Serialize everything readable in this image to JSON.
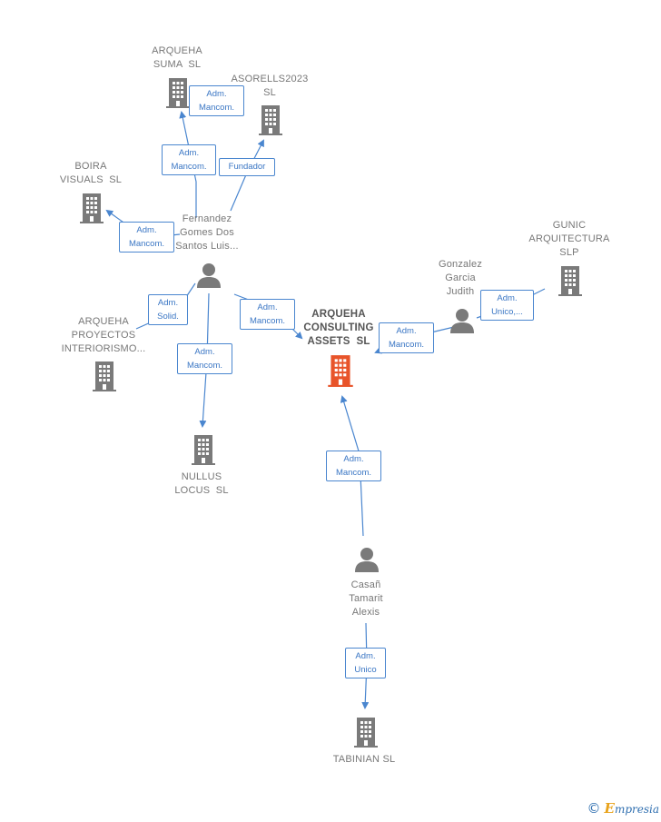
{
  "colors": {
    "edge": "#4a86cf",
    "company_icon": "#7a7a7a",
    "focus_icon": "#e8542a",
    "person_icon": "#7a7a7a"
  },
  "nodes": {
    "arqueha_suma": {
      "label": "ARQUEHA\nSUMA  SL",
      "icon": "building-icon"
    },
    "asorells2023": {
      "label": "ASORELLS2023\nSL",
      "icon": "building-icon"
    },
    "boira_visuals": {
      "label": "BOIRA\nVISUALS  SL",
      "icon": "building-icon"
    },
    "gunic": {
      "label": "GUNIC\nARQUITECTURA\nSLP",
      "icon": "building-icon"
    },
    "fernandez": {
      "label": "Fernandez\nGomes Dos\nSantos Luis...",
      "icon": "person-icon"
    },
    "gonzalez": {
      "label": "Gonzalez\nGarcia\nJudith",
      "icon": "person-icon"
    },
    "arqueha_proyectos": {
      "label": "ARQUEHA\nPROYECTOS\nINTERIORISMO...",
      "icon": "building-icon"
    },
    "arqueha_consulting": {
      "label": "ARQUEHA\nCONSULTING\nASSETS  SL",
      "icon": "building-icon"
    },
    "nullus_locus": {
      "label": "NULLUS\nLOCUS  SL",
      "icon": "building-icon"
    },
    "casan": {
      "label": "Casañ\nTamarit\nAlexis",
      "icon": "person-icon"
    },
    "tabinian": {
      "label": "TABINIAN SL",
      "icon": "building-icon"
    }
  },
  "relations": {
    "fernandez_suma": "Adm.\nMancom.",
    "suma_label": "Adm.\nMancom.",
    "fernandez_asorells": "Fundador",
    "fernandez_boira": "Adm.\nMancom.",
    "fernandez_proyectos": "Adm.\nSolid.",
    "fernandez_consulting": "Adm.\nMancom.",
    "fernandez_nullus": "Adm.\nMancom.",
    "gonzalez_consulting": "Adm.\nMancom.",
    "gonzalez_gunic": "Adm.\nUnico,...",
    "casan_consulting": "Adm.\nMancom.",
    "casan_tabinian": "Adm.\nUnico"
  },
  "brand": {
    "copyright": "©",
    "first": "E",
    "rest": "mpresia"
  }
}
